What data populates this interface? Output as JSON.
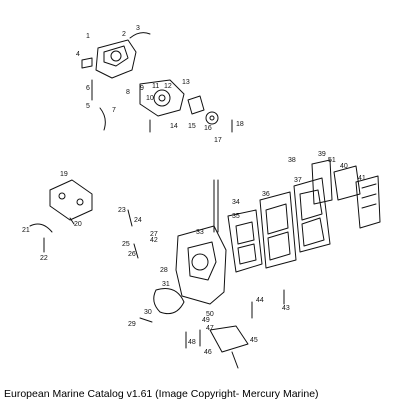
{
  "caption": "European Marine Catalog v1.61 (Image Copyright- Mercury Marine)",
  "callouts": [
    "1",
    "2",
    "3",
    "4",
    "5",
    "6",
    "7",
    "8",
    "9",
    "10",
    "11",
    "12",
    "13",
    "14",
    "15",
    "16",
    "17",
    "18",
    "19",
    "20",
    "21",
    "22",
    "23",
    "24",
    "25",
    "26",
    "27",
    "28",
    "29",
    "30",
    "31",
    "33",
    "34",
    "35",
    "36",
    "37",
    "38",
    "39",
    "40",
    "41",
    "42",
    "43",
    "44",
    "45",
    "46",
    "47",
    "48",
    "49",
    "50",
    "51"
  ]
}
